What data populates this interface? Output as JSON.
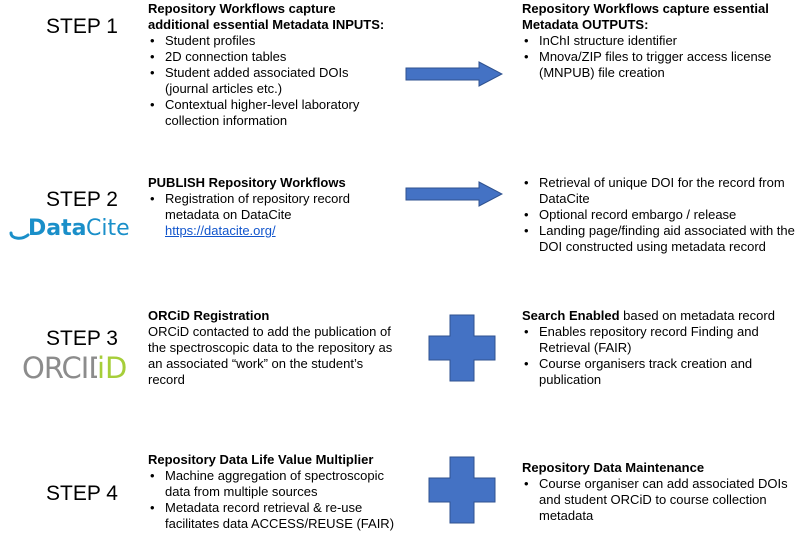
{
  "steps": [
    {
      "label": "STEP 1",
      "left": {
        "title": "Repository Workflows capture additional essential Metadata INPUTS:",
        "items": [
          "Student profiles",
          "2D connection tables",
          "Student added associated DOIs (journal articles etc.)",
          "Contextual higher-level laboratory collection information"
        ]
      },
      "right": {
        "title": "Repository Workflows capture essential Metadata OUTPUTS:",
        "items": [
          "InChI structure identifier",
          "Mnova/ZIP files to trigger access license (MNPUB) file creation"
        ]
      }
    },
    {
      "label": "STEP 2",
      "logo": {
        "part1": "Data",
        "part2": "Cite",
        "color": "#1a8fc9"
      },
      "left": {
        "title": "PUBLISH Repository Workflows",
        "items": [
          "Registration of repository record metadata on DataCite"
        ],
        "link": "https://datacite.org/"
      },
      "right": {
        "items": [
          "Retrieval of unique DOI for the record from DataCite",
          "Optional record embargo / release",
          "Landing page/finding aid associated with the DOI constructed using metadata record"
        ]
      }
    },
    {
      "label": "STEP 3",
      "logo": {
        "text": "ORCID",
        "gray": "#8c8c8c",
        "green": "#a6ce39"
      },
      "left": {
        "title": "ORCiD Registration",
        "body": "ORCiD contacted to add the publication of the spectroscopic data to the repository as an associated “work” on the student’s record"
      },
      "right": {
        "title_bold": "Search Enabled",
        "title_rest": " based on metadata record",
        "items": [
          "Enables repository record Finding and Retrieval (FAIR)",
          "Course organisers track creation and publication"
        ]
      }
    },
    {
      "label": "STEP 4",
      "left": {
        "title": "Repository Data Life Value Multiplier",
        "items": [
          "Machine aggregation of spectroscopic data from multiple sources",
          "Metadata record retrieval & re-use facilitates data ACCESS/REUSE (FAIR)"
        ]
      },
      "right": {
        "title": "Repository Data Maintenance",
        "items": [
          "Course organiser can add associated DOIs and student ORCiD to course collection metadata"
        ]
      }
    }
  ],
  "colors": {
    "connector": "#4472c4",
    "connector_border": "#2f528f"
  }
}
